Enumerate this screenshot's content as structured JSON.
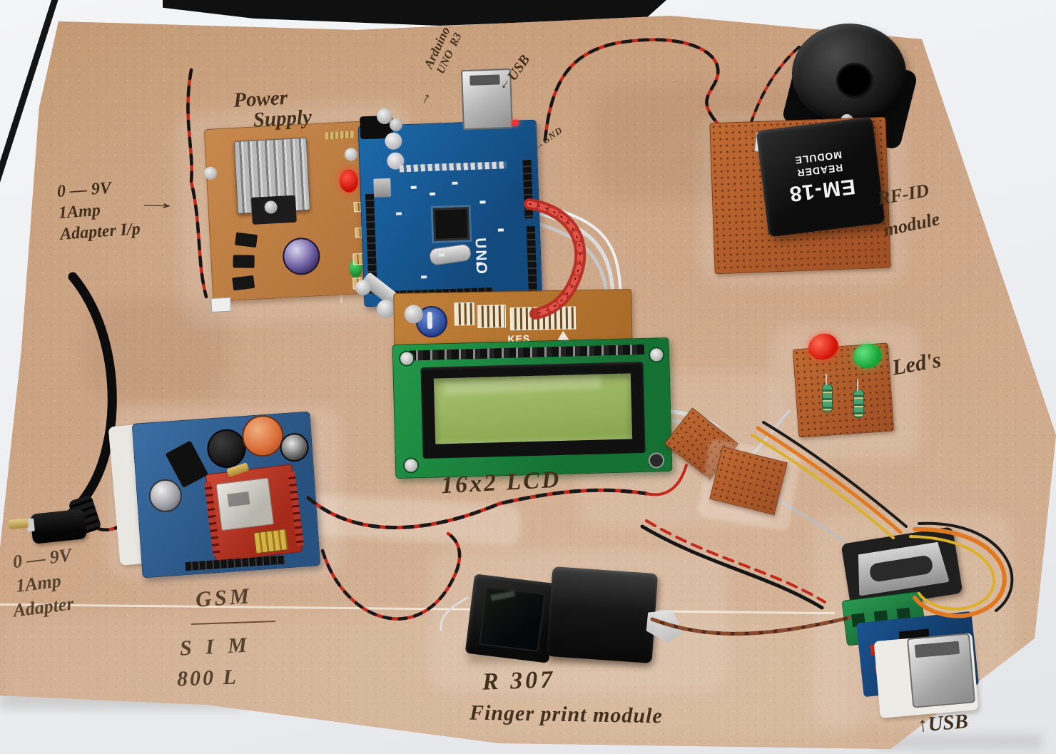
{
  "labels": {
    "power_supply": {
      "l1": "Power",
      "l2": "Supply"
    },
    "adapter_input": {
      "l1": "0 — 9V",
      "l2": "1Amp",
      "l3": "Adapter I/p",
      "arrow": "→"
    },
    "arduino": {
      "l1": "Arduino",
      "l2": "UNO",
      "l3": "R3",
      "arrow": "→"
    },
    "usb_top": {
      "text": "USB",
      "arrow": "→"
    },
    "gnd": {
      "text": "GND",
      "arrow": "→"
    },
    "rfid": {
      "l1": "RF-ID",
      "l2": "module"
    },
    "leds": {
      "text": "Led's"
    },
    "lcd": {
      "text": "16x2 LCD"
    },
    "gsm": {
      "text": "GSM"
    },
    "sim": {
      "l1": "S I M",
      "l2": "800 L"
    },
    "adapter_bottom": {
      "l1": "0 — 9V",
      "l2": "1Amp",
      "l3": "Adapter"
    },
    "r307": {
      "l1": "R 307",
      "l2": "Finger print module"
    },
    "usb_bottom": {
      "text": "USB",
      "arrow": "↑"
    }
  },
  "printed": {
    "em18": {
      "l1": "EM-18",
      "l2": "READER",
      "l3": "MODULE"
    },
    "arduino_silkscreen": "UNO",
    "lcd_interface": "KES"
  },
  "colors": {
    "board": "#c89e7a",
    "table": "#f1f2f4",
    "arduino_pcb": "#1a63a0",
    "lcd_pcb": "#1f9040",
    "lcd_screen": "#9cb869",
    "sim_breakout": "#c03a28",
    "copper_board": "#b5622e",
    "ink": "#42301d"
  }
}
